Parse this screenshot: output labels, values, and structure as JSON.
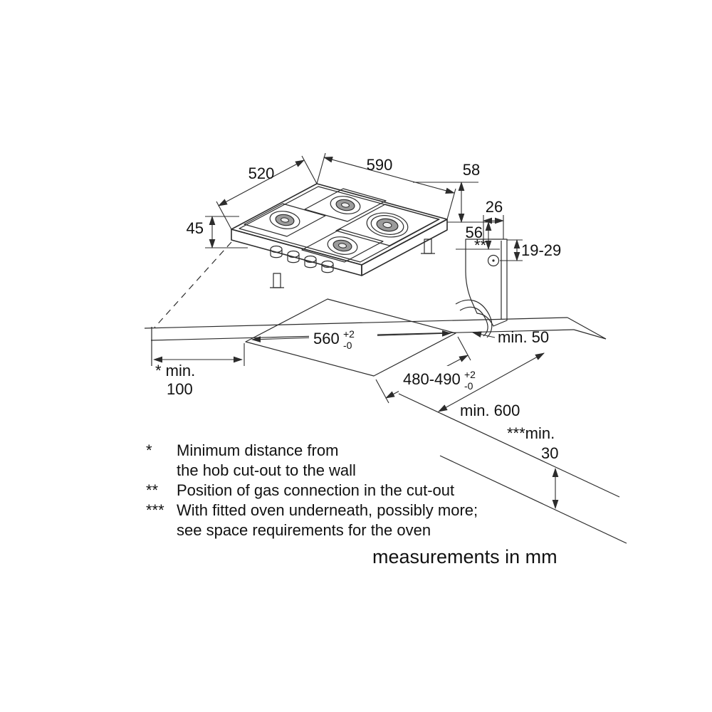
{
  "diagram": {
    "caption": "measurements in mm",
    "dimensions": {
      "hob_depth": "520",
      "hob_width": "590",
      "height_with_pan_supports": "58",
      "hob_height": "45",
      "install_clearance": "56",
      "gas_connection_offset": "26",
      "gas_connection_height": "19-29",
      "rear_clearance": "min. 50",
      "cutout_width": "560",
      "cutout_width_tol_upper": "+2",
      "cutout_width_tol_lower": "-0",
      "cutout_depth": "480-490",
      "cutout_depth_tol_upper": "+2",
      "cutout_depth_tol_lower": "-0",
      "side_clearance_prefix": "* min.",
      "side_clearance_value": "100",
      "worktop_depth": "min. 600",
      "front_clearance_prefix": "***min.",
      "front_clearance_value": "30",
      "gas_position_marker": "**"
    },
    "footnotes": [
      {
        "marker": "*",
        "lines": [
          "Minimum distance from",
          "the hob cut-out to the wall"
        ]
      },
      {
        "marker": "**",
        "lines": [
          "Position of gas connection in the cut-out"
        ]
      },
      {
        "marker": "***",
        "lines": [
          "With fitted oven underneath, possibly more;",
          "see space requirements for the oven"
        ]
      }
    ],
    "colors": {
      "line": "#2c2c2c",
      "text": "#111111",
      "burner_cap": "#9b9b9b"
    }
  }
}
